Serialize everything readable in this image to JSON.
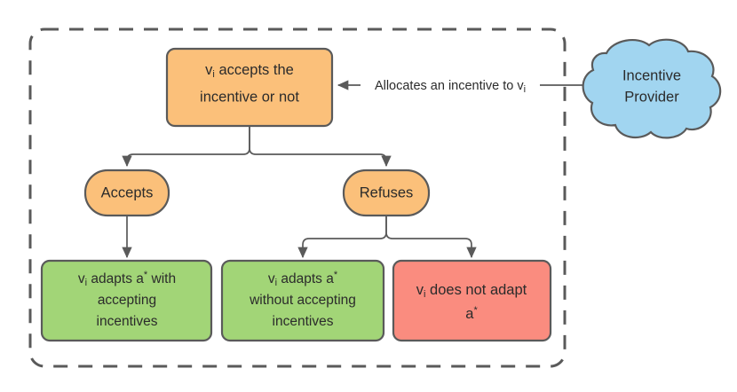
{
  "diagram": {
    "title": "Incentive acceptance decision flow",
    "boundary": {
      "name": "system-boundary",
      "style": "dashed-rounded-rectangle"
    },
    "colors": {
      "orange_fill": "#FBC07A",
      "green_fill": "#A2D577",
      "red_fill": "#FA8C7F",
      "cloud_fill": "#A1D5F0",
      "stroke": "#5A5A5A",
      "text": "#2B2B2B",
      "background": "#FFFFFF"
    },
    "nodes": {
      "decision": {
        "id": "decision-accepts-incentive",
        "shape": "rounded-rectangle",
        "fill": "#FBC07A",
        "lines": [
          {
            "pre": "v",
            "sub": "i",
            "post": " accepts the"
          },
          {
            "pre": "",
            "sub": "",
            "post": "incentive or not"
          }
        ],
        "text": "vi accepts the incentive or not"
      },
      "accepts": {
        "id": "branch-accepts",
        "shape": "pill",
        "fill": "#FBC07A",
        "text": "Accepts"
      },
      "refuses": {
        "id": "branch-refuses",
        "shape": "pill",
        "fill": "#FBC07A",
        "text": "Refuses"
      },
      "outcome_with": {
        "id": "outcome-adapts-with-incentives",
        "shape": "rounded-rectangle",
        "fill": "#A2D577",
        "lines": [
          {
            "pre": "v",
            "sub": "i",
            "mid": " adapts a",
            "sup": "*",
            "post": " with"
          },
          {
            "plain": "accepting"
          },
          {
            "plain": "incentives"
          }
        ],
        "text": "vi adapts a* with accepting incentives"
      },
      "outcome_without": {
        "id": "outcome-adapts-without-incentives",
        "shape": "rounded-rectangle",
        "fill": "#A2D577",
        "lines": [
          {
            "pre": "v",
            "sub": "i",
            "mid": " adapts a",
            "sup": "*",
            "post": ""
          },
          {
            "plain": "without accepting"
          },
          {
            "plain": "incentives"
          }
        ],
        "text": "vi adapts a* without accepting incentives"
      },
      "outcome_not": {
        "id": "outcome-does-not-adapt",
        "shape": "rounded-rectangle",
        "fill": "#FA8C7F",
        "lines": [
          {
            "pre": "v",
            "sub": "i",
            "mid": " does not adapt",
            "sup": "",
            "post": ""
          },
          {
            "plain": "a",
            "sup": "*"
          }
        ],
        "text": "vi does not adapt a*"
      },
      "provider": {
        "id": "incentive-provider-cloud",
        "shape": "cloud",
        "fill": "#A1D5F0",
        "lines": [
          "Incentive",
          "Provider"
        ],
        "text": "Incentive Provider"
      }
    },
    "edges": [
      {
        "id": "edge-provider-to-decision",
        "from": "provider",
        "to": "decision",
        "label_pre": "Allocates an incentive to v",
        "label_sub": "i",
        "label": "Allocates an incentive to vi",
        "direction": "left"
      },
      {
        "id": "edge-decision-to-accepts",
        "from": "decision",
        "to": "accepts",
        "label": ""
      },
      {
        "id": "edge-decision-to-refuses",
        "from": "decision",
        "to": "refuses",
        "label": ""
      },
      {
        "id": "edge-accepts-to-outcome-with",
        "from": "accepts",
        "to": "outcome_with",
        "label": ""
      },
      {
        "id": "edge-refuses-to-outcome-without",
        "from": "refuses",
        "to": "outcome_without",
        "label": ""
      },
      {
        "id": "edge-refuses-to-outcome-not",
        "from": "refuses",
        "to": "outcome_not",
        "label": ""
      }
    ]
  }
}
